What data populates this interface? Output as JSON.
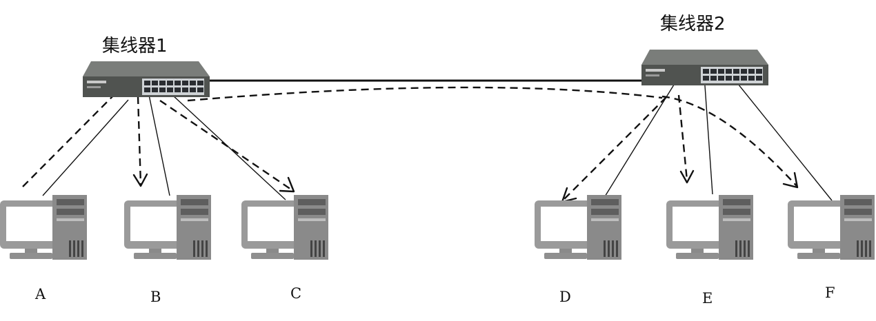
{
  "hubs": [
    {
      "id": "hub1",
      "label": "集线器1"
    },
    {
      "id": "hub2",
      "label": "集线器2"
    }
  ],
  "computers": [
    {
      "id": "A",
      "label": "A"
    },
    {
      "id": "B",
      "label": "B"
    },
    {
      "id": "C",
      "label": "C"
    },
    {
      "id": "D",
      "label": "D"
    },
    {
      "id": "E",
      "label": "E"
    },
    {
      "id": "F",
      "label": "F"
    }
  ],
  "colors": {
    "line": "#111111",
    "hub_body": "#5b5e5c",
    "hub_top": "#7a7d7a",
    "pc_gray": "#9a9a9a",
    "pc_dark": "#6e6e6e"
  }
}
